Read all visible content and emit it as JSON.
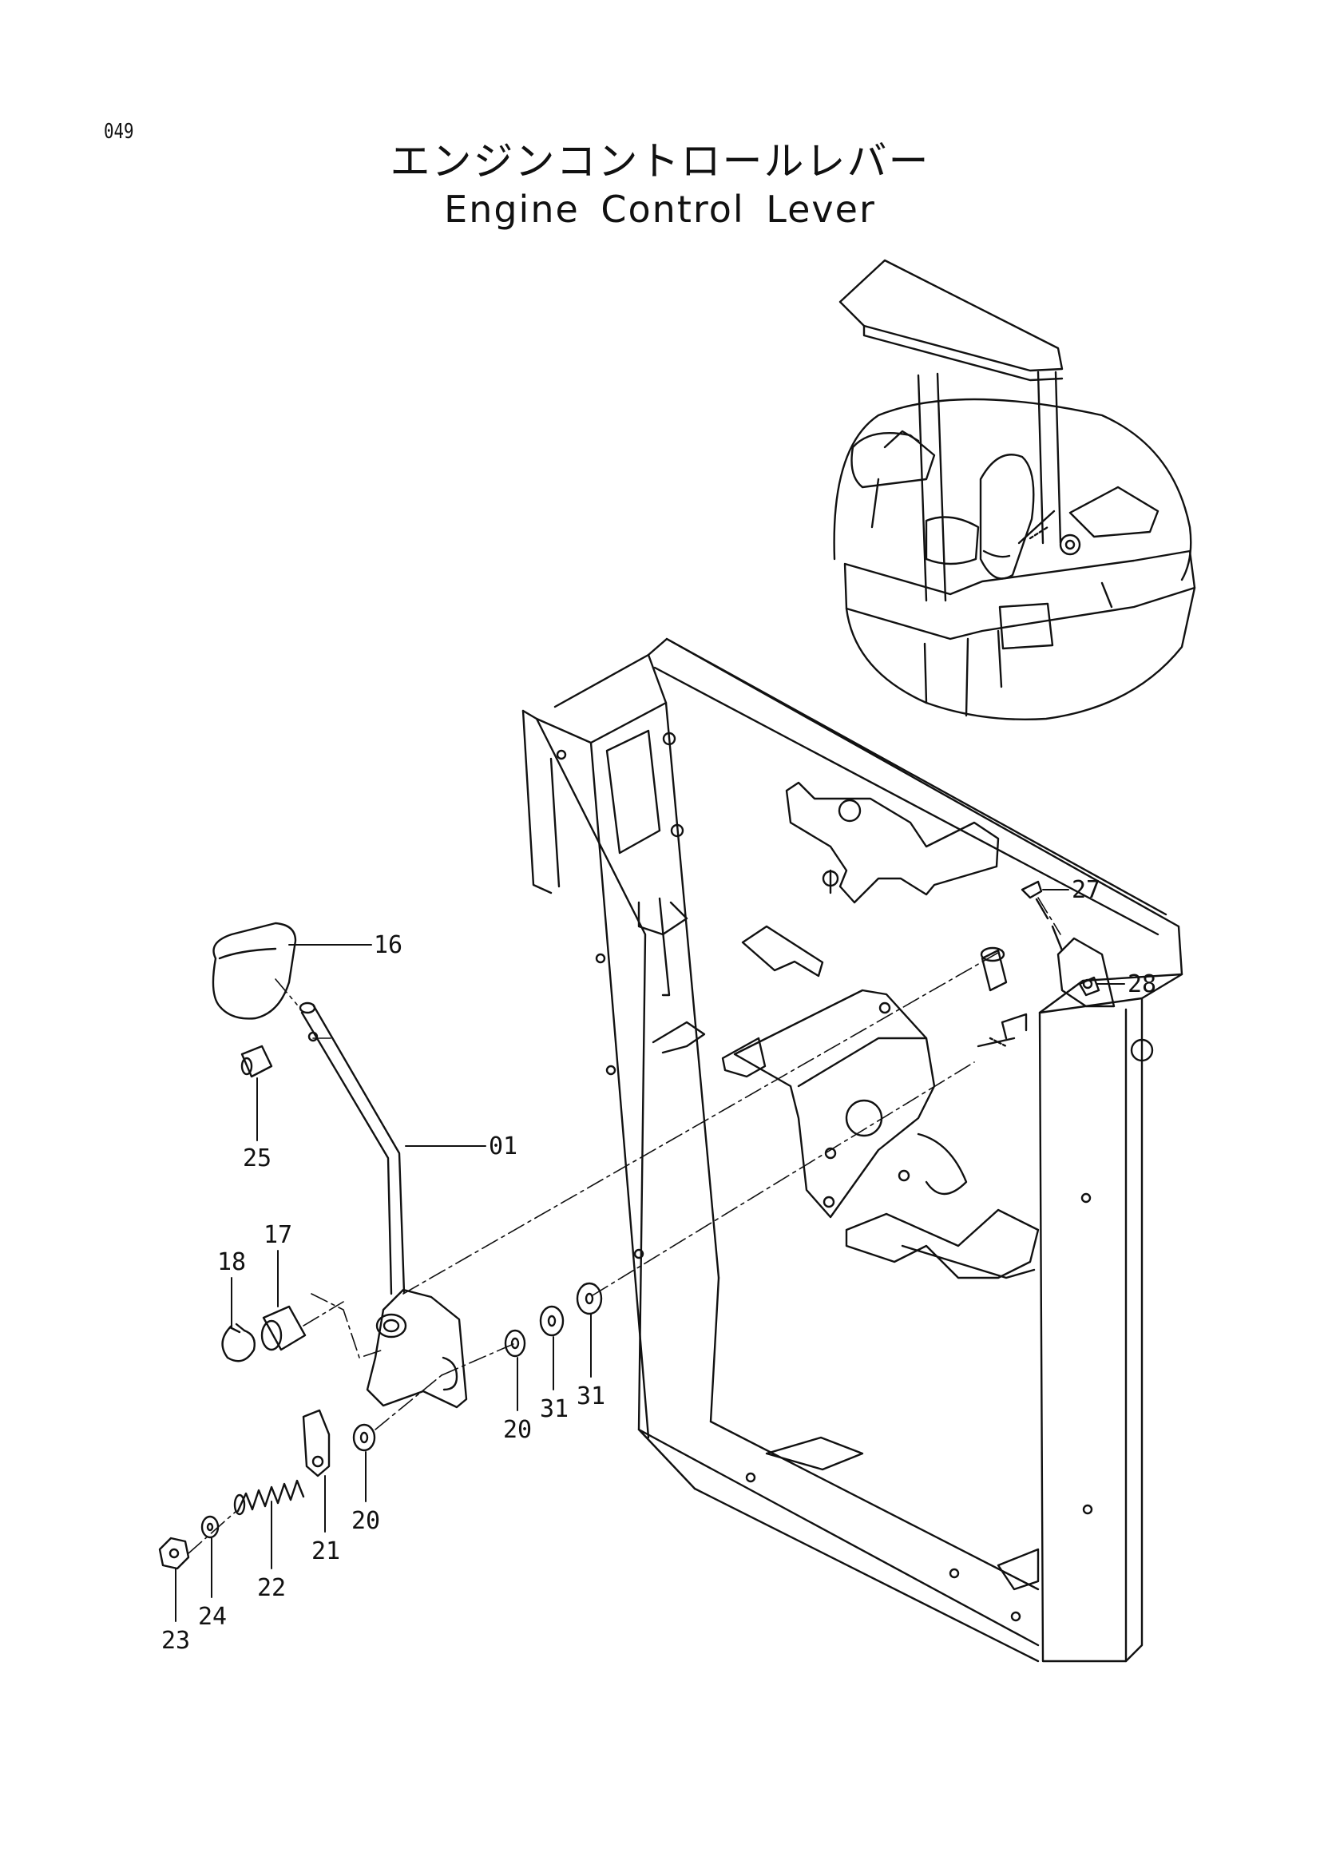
{
  "page": {
    "code": "049"
  },
  "title": {
    "japanese": "エンジンコントロールレバー",
    "english": "Engine Control Lever"
  },
  "callouts": [
    {
      "id": "c-16",
      "label": "16"
    },
    {
      "id": "c-01",
      "label": "01"
    },
    {
      "id": "c-25",
      "label": "25"
    },
    {
      "id": "c-17",
      "label": "17"
    },
    {
      "id": "c-18",
      "label": "18"
    },
    {
      "id": "c-27",
      "label": "27"
    },
    {
      "id": "c-28",
      "label": "28"
    },
    {
      "id": "c-20a",
      "label": "20"
    },
    {
      "id": "c-31a",
      "label": "31"
    },
    {
      "id": "c-31b",
      "label": "31"
    },
    {
      "id": "c-20b",
      "label": "20"
    },
    {
      "id": "c-21",
      "label": "21"
    },
    {
      "id": "c-22",
      "label": "22"
    },
    {
      "id": "c-24",
      "label": "24"
    },
    {
      "id": "c-23",
      "label": "23"
    }
  ]
}
